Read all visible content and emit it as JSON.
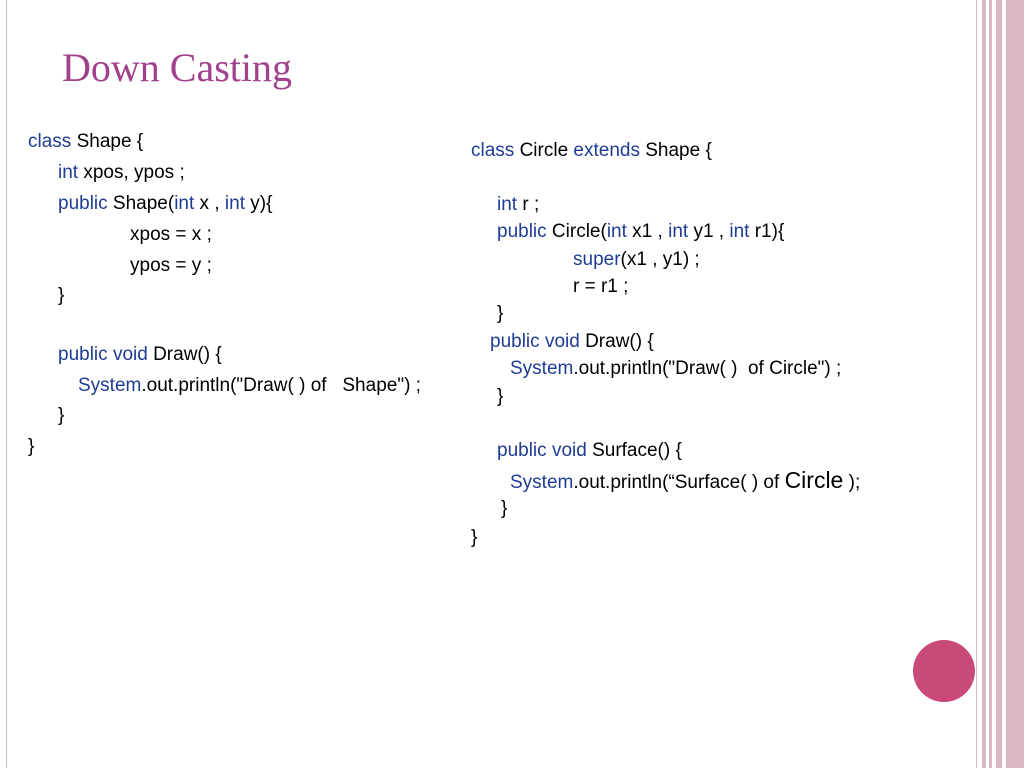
{
  "slide": {
    "title": "Down Casting",
    "accent_color": "#a0418c",
    "keyword_color": "#1f3c94",
    "dot_color": "#c94a7a"
  },
  "left_code": {
    "l1": {
      "kw1": "class",
      "t1": " Shape {"
    },
    "l2": {
      "kw1": "int",
      "t1": " xpos, ypos ;"
    },
    "l3": {
      "kw1": "public",
      "t1": " Shape(",
      "kw2": "int",
      "t2": " x , ",
      "kw3": "int",
      "t3": " y){"
    },
    "l4": {
      "t1": "xpos = x ;"
    },
    "l5": {
      "t1": "ypos = y ;"
    },
    "l6": {
      "t1": "}"
    },
    "l7": {
      "kw1": "public",
      "t1": " ",
      "kw2": "void",
      "t2": " Draw() {"
    },
    "l8": {
      "kw1": "System",
      "t1": ".out.println(\"Draw( ) of   Shape\") ;"
    },
    "l9": {
      "t1": "}"
    },
    "l10": {
      "t1": "}"
    }
  },
  "right_code": {
    "l1": {
      "kw1": "class",
      "t1": " Circle ",
      "kw2": "extends",
      "t2": " Shape {"
    },
    "l2": {
      "kw1": "int",
      "t1": " r ;"
    },
    "l3": {
      "kw1": "public",
      "t1": " Circle(",
      "kw2": "int",
      "t2": " x1 , ",
      "kw3": "int",
      "t3": " y1 , ",
      "kw4": "int",
      "t4": " r1){"
    },
    "l4": {
      "kw1": "super",
      "t1": "(x1 , y1) ;"
    },
    "l5": {
      "t1": "r = r1 ;"
    },
    "l6": {
      "t1": "}"
    },
    "l7": {
      "kw1": "public",
      "t1": " ",
      "kw2": "void",
      "t2": " Draw() {"
    },
    "l8": {
      "kw1": "System",
      "t1": ".out.println(\"Draw( )  of Circle\") ;"
    },
    "l9": {
      "t1": "}"
    },
    "l10": {
      "kw1": "public",
      "t1": " ",
      "kw2": "void",
      "t2": " Surface() {"
    },
    "l11": {
      "kw1": "System",
      "t1": ".out.println(“Surface( ) of ",
      "t2": "Circle",
      "t3": " );"
    },
    "l12": {
      "t1": "}"
    },
    "l13": {
      "t1": "}"
    }
  }
}
